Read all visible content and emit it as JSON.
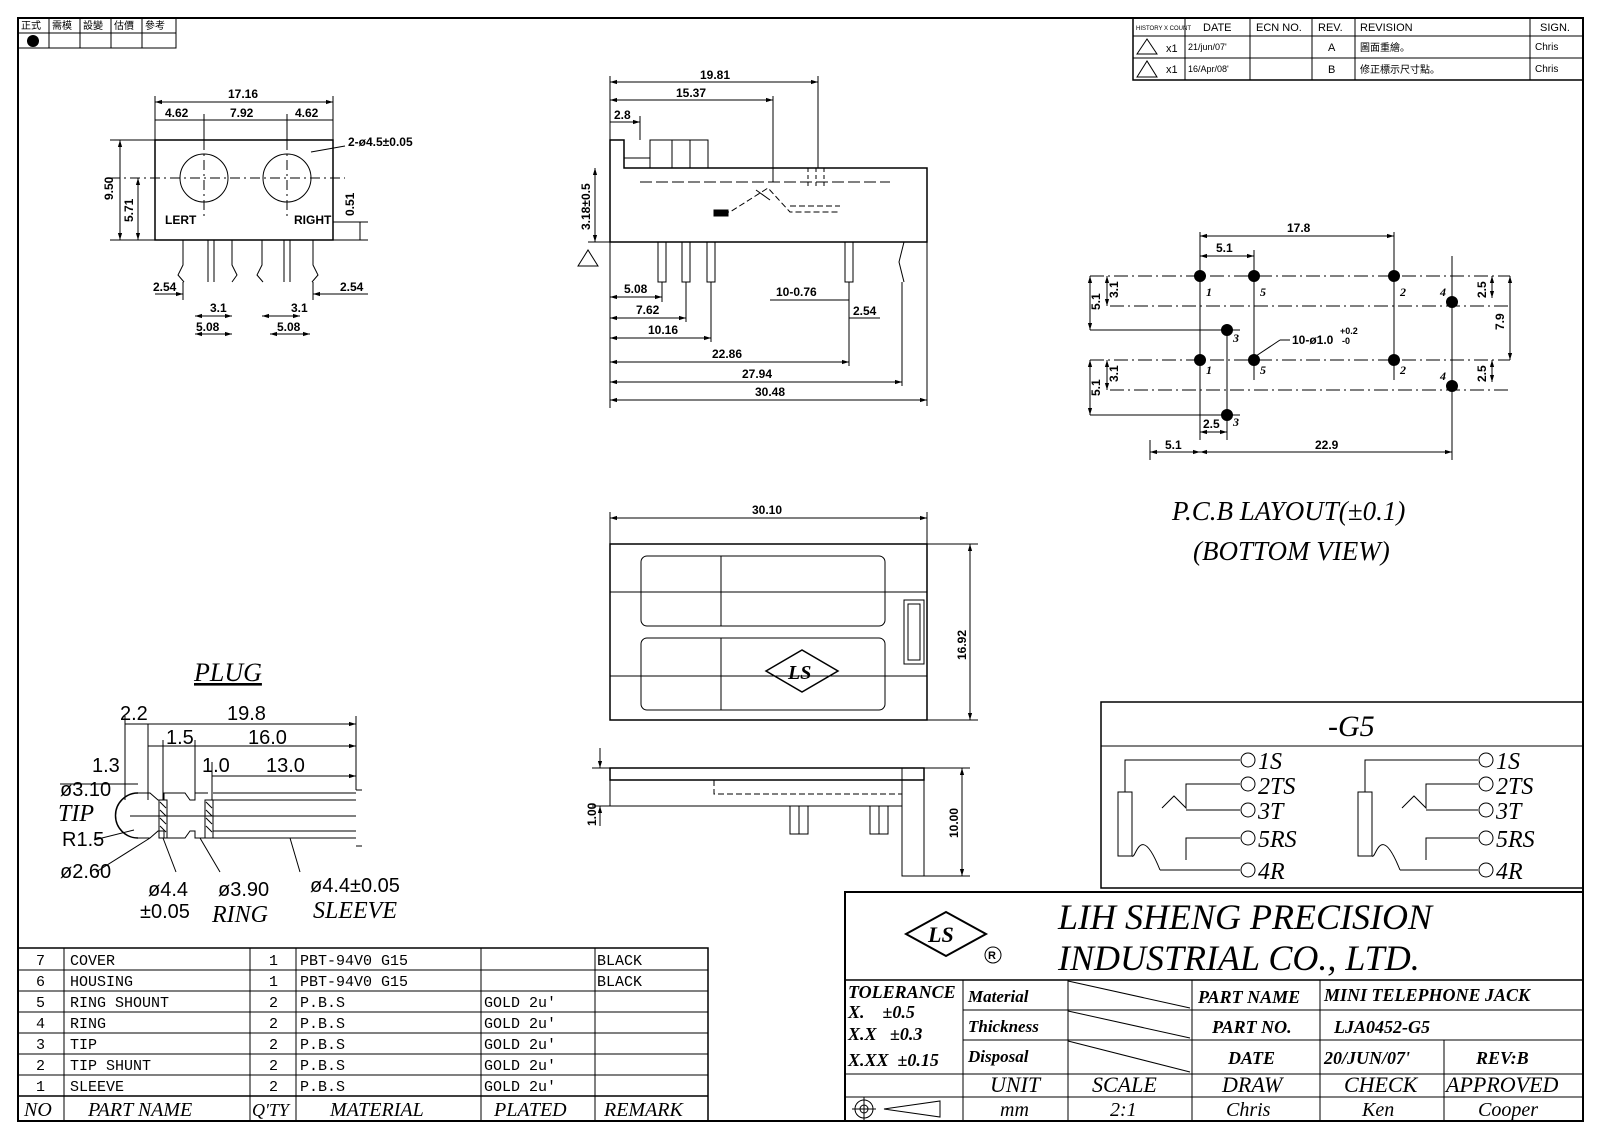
{
  "approval_strip": [
    "正式",
    "需模",
    "設變",
    "估價",
    "參考"
  ],
  "history": {
    "headers": [
      "HISTORY X COUNT",
      "DATE",
      "ECN NO.",
      "REV.",
      "REVISION",
      "SIGN."
    ],
    "rows": [
      {
        "count": "x1",
        "date": "21/jun/07'",
        "ecn": "",
        "rev": "A",
        "revision": "圖面重繪。",
        "sign": "Chris"
      },
      {
        "count": "x1",
        "date": "16/Apr/08'",
        "ecn": "",
        "rev": "B",
        "revision": "修正標示尺寸點。",
        "sign": "Chris"
      }
    ]
  },
  "front_view": {
    "dims": {
      "overall": "17.16",
      "left": "4.62",
      "mid": "7.92",
      "right": "4.62",
      "hole": "2-ø4.5±0.05",
      "height": "9.50",
      "center": "5.71",
      "pin": "0.51",
      "p1": "2.54",
      "p2": "2.54",
      "s1": "3.1",
      "s2": "3.1",
      "b1": "5.08",
      "b2": "5.08"
    },
    "left_label": "LERT",
    "right_label": "RIGHT"
  },
  "side_view": {
    "dims": {
      "d1": "19.81",
      "d2": "15.37",
      "d3": "2.8",
      "d4": "3.18±0.5",
      "d5": "5.08",
      "d6": "7.62",
      "d7": "10.16",
      "d8": "10-0.76",
      "d9": "2.54",
      "d10": "22.86",
      "d11": "27.94",
      "d12": "30.48"
    }
  },
  "pcb": {
    "dims": {
      "w": "17.8",
      "a": "5.1",
      "b": "3.1",
      "c": "5.1",
      "d": "3.1",
      "e": "5.1",
      "f": "2.5",
      "g": "7.9",
      "h": "2.5",
      "i": "2.5",
      "j": "5.1",
      "k": "22.9",
      "hole": "10-ø1.0",
      "tol_up": "+0.2",
      "tol_dn": "-0"
    },
    "pins": [
      "1",
      "5",
      "2",
      "4",
      "3",
      "1",
      "5",
      "2",
      "4",
      "3"
    ],
    "title_line1": "P.C.B  LAYOUT(±0.1)",
    "title_line2": "(BOTTOM  VIEW)"
  },
  "top_view": {
    "width": "30.10",
    "height": "16.92"
  },
  "bottom_view": {
    "h1": "1.00",
    "h2": "10.00"
  },
  "plug": {
    "title": "PLUG",
    "dims": {
      "d22": "2.2",
      "d198": "19.8",
      "d15": "1.5",
      "d160": "16.0",
      "d13": "1.3",
      "d10": "1.0",
      "d130": "13.0",
      "d310": "ø3.10",
      "r15": "R1.5",
      "d260": "ø2.60",
      "d44": "ø4.4",
      "tol": "±0.05",
      "d390": "ø3.90",
      "d44s": "ø4.4±0.05"
    },
    "labels": {
      "tip": "TIP",
      "ring": "RING",
      "sleeve": "SLEEVE"
    }
  },
  "schematic": {
    "title": "-G5",
    "pins": [
      "1S",
      "2TS",
      "3T",
      "5RS",
      "4R"
    ]
  },
  "bom": {
    "headers": [
      "NO",
      "PART NAME",
      "Q'TY",
      "MATERIAL",
      "PLATED",
      "REMARK"
    ],
    "rows": [
      {
        "no": "7",
        "name": "COVER",
        "qty": "1",
        "material": "PBT-94V0 G15",
        "plated": "",
        "remark": "BLACK"
      },
      {
        "no": "6",
        "name": "HOUSING",
        "qty": "1",
        "material": "PBT-94V0 G15",
        "plated": "",
        "remark": "BLACK"
      },
      {
        "no": "5",
        "name": "RING SHOUNT",
        "qty": "2",
        "material": "P.B.S",
        "plated": "GOLD 2u'",
        "remark": ""
      },
      {
        "no": "4",
        "name": "RING",
        "qty": "2",
        "material": "P.B.S",
        "plated": "GOLD 2u'",
        "remark": ""
      },
      {
        "no": "3",
        "name": "TIP",
        "qty": "2",
        "material": "P.B.S",
        "plated": "GOLD 2u'",
        "remark": ""
      },
      {
        "no": "2",
        "name": "TIP SHUNT",
        "qty": "2",
        "material": "P.B.S",
        "plated": "GOLD 2u'",
        "remark": ""
      },
      {
        "no": "1",
        "name": "SLEEVE",
        "qty": "2",
        "material": "P.B.S",
        "plated": "GOLD 2u'",
        "remark": ""
      }
    ]
  },
  "title_block": {
    "company_line1": "LIH  SHENG  PRECISION",
    "company_line2": "INDUSTRIAL  CO.,  LTD.",
    "tolerance_label": "TOLERANCE",
    "tol_x": "X.    ±0.5",
    "tol_xx": "X.X   ±0.3",
    "tol_xxx": "X.XX  ±0.15",
    "material_label": "Material",
    "thickness_label": "Thickness",
    "disposal_label": "Disposal",
    "part_name_label": "PART NAME",
    "part_name": "MINI TELEPHONE JACK",
    "part_no_label": "PART NO.",
    "part_no": "LJA0452-G5",
    "date_label": "DATE",
    "date": "20/JUN/07'",
    "rev": "REV:B",
    "unit_label": "UNIT",
    "unit": "mm",
    "scale_label": "SCALE",
    "scale": "2:1",
    "draw_label": "DRAW",
    "draw": "Chris",
    "check_label": "CHECK",
    "check": "Ken",
    "approved_label": "APPROVED",
    "approved": "Cooper"
  }
}
